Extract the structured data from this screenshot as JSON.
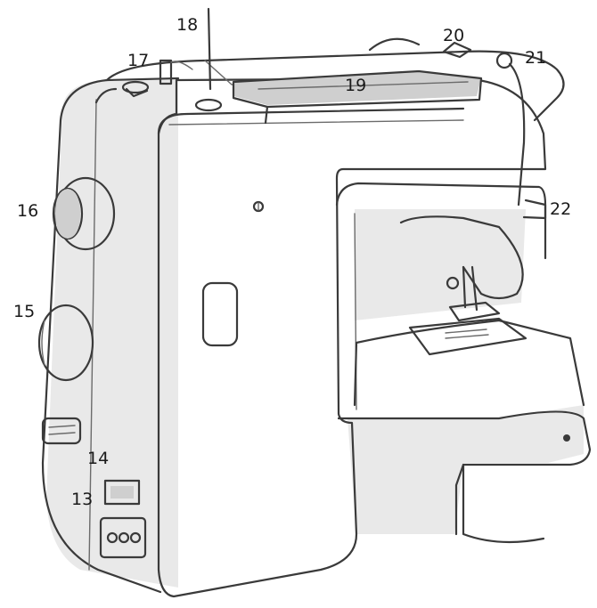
{
  "diagram": {
    "subject": "sewing machine",
    "callouts": [
      {
        "id": "13",
        "label": "13"
      },
      {
        "id": "14",
        "label": "14"
      },
      {
        "id": "15",
        "label": "15"
      },
      {
        "id": "16",
        "label": "16"
      },
      {
        "id": "17",
        "label": "17"
      },
      {
        "id": "18",
        "label": "18"
      },
      {
        "id": "19",
        "label": "19"
      },
      {
        "id": "20",
        "label": "20"
      },
      {
        "id": "21",
        "label": "21"
      },
      {
        "id": "22",
        "label": "22"
      }
    ]
  }
}
